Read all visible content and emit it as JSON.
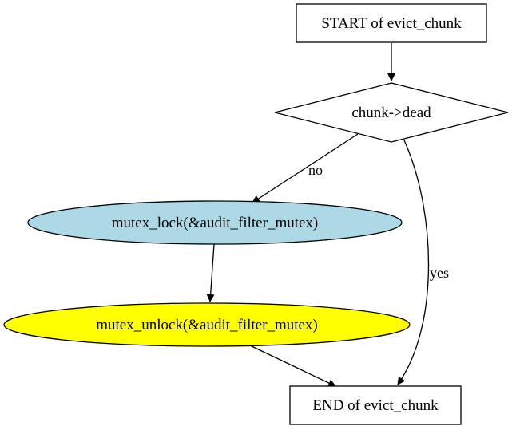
{
  "diagram": {
    "nodes": {
      "start": {
        "label": "START of evict_chunk",
        "shape": "box",
        "fill": "#ffffff"
      },
      "cond": {
        "label": "chunk->dead",
        "shape": "diamond",
        "fill": "#ffffff"
      },
      "lock": {
        "label": "mutex_lock(&audit_filter_mutex)",
        "shape": "ellipse",
        "fill": "#add8e6"
      },
      "unlock": {
        "label": "mutex_unlock(&audit_filter_mutex)",
        "shape": "ellipse",
        "fill": "#ffff00"
      },
      "end": {
        "label": "END of evict_chunk",
        "shape": "box",
        "fill": "#ffffff"
      }
    },
    "edges": {
      "start_cond": {
        "from": "start",
        "to": "cond",
        "label": ""
      },
      "cond_lock": {
        "from": "cond",
        "to": "lock",
        "label": "no"
      },
      "cond_end": {
        "from": "cond",
        "to": "end",
        "label": "yes"
      },
      "lock_unlock": {
        "from": "lock",
        "to": "unlock",
        "label": ""
      },
      "unlock_end": {
        "from": "unlock",
        "to": "end",
        "label": ""
      }
    }
  }
}
